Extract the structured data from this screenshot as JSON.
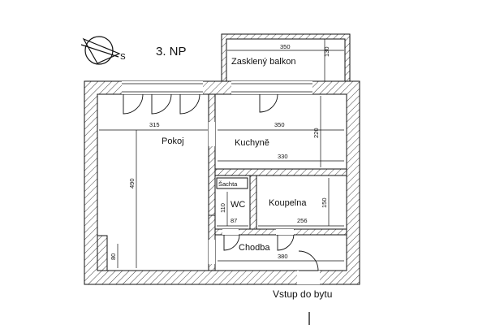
{
  "floor_label": "3. NP",
  "compass": {
    "letter": "S"
  },
  "rooms": {
    "balcony": "Zasklený balkon",
    "living": "Pokoj",
    "kitchen": "Kuchyně",
    "shaft": "Šachta",
    "wc": "WC",
    "bathroom": "Koupelna",
    "hall": "Chodba"
  },
  "dimensions": {
    "balcony_width": "350",
    "balcony_depth": "130",
    "living_width": "315",
    "living_length": "490",
    "living_recess": "80",
    "kitchen_width_top": "350",
    "kitchen_width_bottom": "330",
    "kitchen_depth": "220",
    "wc_depth": "110",
    "wc_width": "87",
    "bathroom_depth": "150",
    "bathroom_width": "256",
    "hall_width": "380"
  },
  "entrance_label": "Vstup do bytu"
}
